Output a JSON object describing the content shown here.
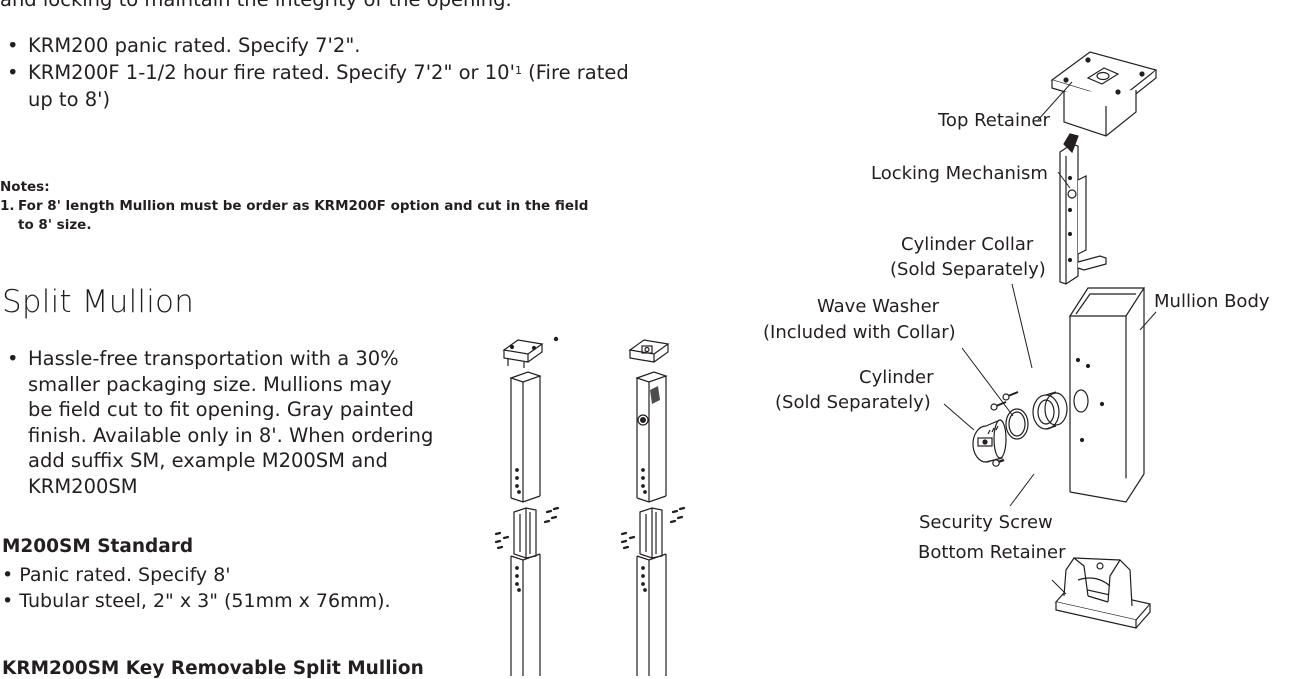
{
  "intro": {
    "line": "and locking to maintain the integrity of the opening."
  },
  "options": [
    {
      "text": "KRM200 panic rated. Specify 7'2\"."
    },
    {
      "text_main": "KRM200F 1-1/2 hour fire rated. Specify 7'2\" or 10'",
      "footnote_ref": "1",
      "text_after": " (Fire rated",
      "continuation": "up to 8')"
    }
  ],
  "notes": {
    "heading": "Notes:",
    "items": [
      {
        "num": "1.",
        "line1": "For 8' length Mullion must be order as KRM200F option and cut in the field",
        "line2": "to 8' size."
      }
    ]
  },
  "split_mullion": {
    "heading": "Split Mullion",
    "description_lines": [
      "Hassle-free transportation with a 30%",
      "smaller packaging size. Mullions may",
      "be field cut to fit opening. Gray painted",
      "finish. Available only in 8'. When ordering",
      "add suffix SM, example M200SM and",
      "KRM200SM"
    ],
    "m200sm": {
      "heading": "M200SM Standard",
      "points": [
        "• Panic rated. Specify 8'",
        "• Tubular steel, 2\" x 3\" (51mm x 76mm)."
      ]
    },
    "krm200sm": {
      "heading": "KRM200SM Key Removable Split Mullion"
    }
  },
  "diagram_labels": {
    "top_retainer": "Top Retainer",
    "locking_mechanism": "Locking Mechanism",
    "cylinder_collar_1": "Cylinder Collar",
    "cylinder_collar_2": "(Sold Separately)",
    "wave_washer_1": "Wave Washer",
    "wave_washer_2": "(Included with Collar)",
    "cylinder_1": "Cylinder",
    "cylinder_2": "(Sold Separately)",
    "mullion_body": "Mullion Body",
    "security_screw": "Security Screw",
    "bottom_retainer": "Bottom Retainer"
  }
}
